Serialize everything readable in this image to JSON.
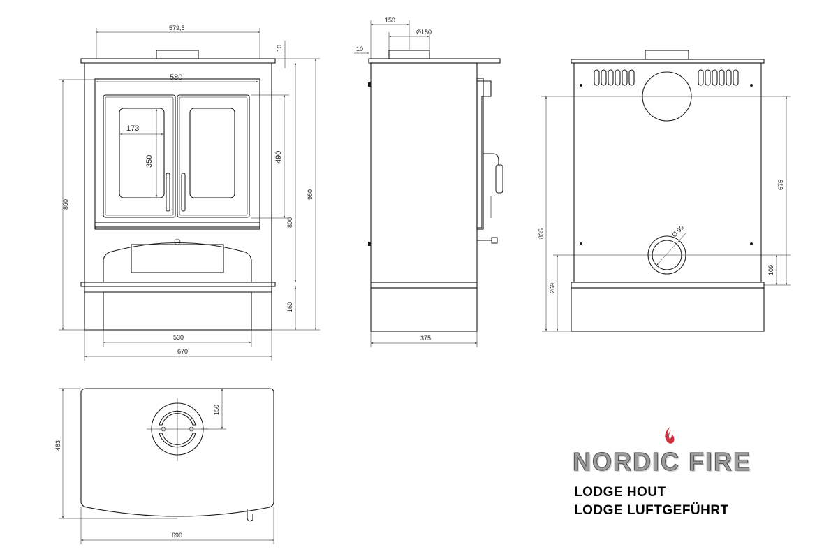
{
  "views": {
    "front": {
      "labels": {
        "top_width": "579,5",
        "door_width": "580",
        "glass_width": "173",
        "glass_height": "350",
        "door_height": "490",
        "height_to_top": "890",
        "height_to_door": "800",
        "overall_height": "960",
        "base_height": "160",
        "base_width": "530",
        "overall_width": "670"
      }
    },
    "side": {
      "labels": {
        "flue_offset": "150",
        "flue_diameter": "Ø150",
        "top_offset": "10",
        "depth": "375"
      }
    },
    "back": {
      "labels": {
        "height_to_flue": "835",
        "flue_height": "675",
        "height_to_inlet": "269",
        "inlet_offset": "109",
        "inlet_diameter": "Ø 99"
      }
    },
    "top": {
      "labels": {
        "flue_offset": "150",
        "depth": "463",
        "width": "690"
      }
    }
  },
  "brand": {
    "name": "NORDIC FIRE",
    "flame_icon": "flame-icon",
    "flame_color": "#d0313f",
    "models": [
      "LODGE HOUT",
      "LODGE LUFTGEFÜHRT"
    ]
  }
}
